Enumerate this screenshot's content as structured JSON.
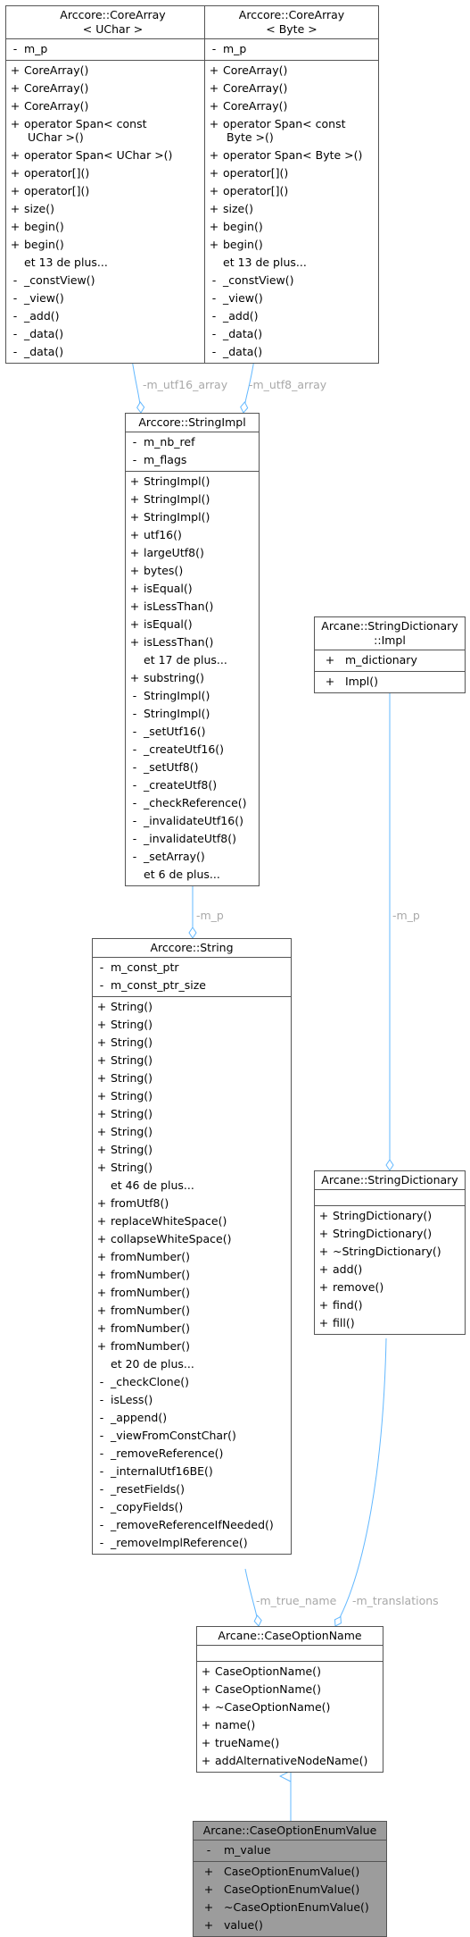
{
  "colors": {
    "edge": "#63b8ff",
    "box_border": "#555555",
    "highlight": "#9c9c9c",
    "edge_label": "#a9a9a9"
  },
  "classes": {
    "core_uchar": {
      "title": [
        "Arccore::CoreArray",
        "< UChar >"
      ],
      "attributes": [
        {
          "vis": "-",
          "name": "m_p"
        }
      ],
      "methods": [
        {
          "vis": "+",
          "name": "CoreArray()"
        },
        {
          "vis": "+",
          "name": "CoreArray()"
        },
        {
          "vis": "+",
          "name": "CoreArray()"
        },
        {
          "vis": "+",
          "name": "operator Span< const"
        },
        {
          "vis": "",
          "name": " UChar >()"
        },
        {
          "vis": "+",
          "name": "operator Span< UChar >()"
        },
        {
          "vis": "+",
          "name": "operator[]()"
        },
        {
          "vis": "+",
          "name": "operator[]()"
        },
        {
          "vis": "+",
          "name": "size()"
        },
        {
          "vis": "+",
          "name": "begin()"
        },
        {
          "vis": "+",
          "name": "begin()"
        },
        {
          "vis": "",
          "name": "et 13 de plus..."
        },
        {
          "vis": "-",
          "name": "_constView()"
        },
        {
          "vis": "-",
          "name": "_view()"
        },
        {
          "vis": "-",
          "name": "_add()"
        },
        {
          "vis": "-",
          "name": "_data()"
        },
        {
          "vis": "-",
          "name": "_data()"
        }
      ]
    },
    "core_byte": {
      "title": [
        "Arccore::CoreArray",
        "< Byte >"
      ],
      "attributes": [
        {
          "vis": "-",
          "name": "m_p"
        }
      ],
      "methods": [
        {
          "vis": "+",
          "name": "CoreArray()"
        },
        {
          "vis": "+",
          "name": "CoreArray()"
        },
        {
          "vis": "+",
          "name": "CoreArray()"
        },
        {
          "vis": "+",
          "name": "operator Span< const"
        },
        {
          "vis": "",
          "name": " Byte >()"
        },
        {
          "vis": "+",
          "name": "operator Span< Byte >()"
        },
        {
          "vis": "+",
          "name": "operator[]()"
        },
        {
          "vis": "+",
          "name": "operator[]()"
        },
        {
          "vis": "+",
          "name": "size()"
        },
        {
          "vis": "+",
          "name": "begin()"
        },
        {
          "vis": "+",
          "name": "begin()"
        },
        {
          "vis": "",
          "name": "et 13 de plus..."
        },
        {
          "vis": "-",
          "name": "_constView()"
        },
        {
          "vis": "-",
          "name": "_view()"
        },
        {
          "vis": "-",
          "name": "_add()"
        },
        {
          "vis": "-",
          "name": "_data()"
        },
        {
          "vis": "-",
          "name": "_data()"
        }
      ]
    },
    "string_impl": {
      "title": [
        "Arccore::StringImpl"
      ],
      "attributes": [
        {
          "vis": "-",
          "name": "m_nb_ref"
        },
        {
          "vis": "-",
          "name": "m_flags"
        }
      ],
      "methods": [
        {
          "vis": "+",
          "name": "StringImpl()"
        },
        {
          "vis": "+",
          "name": "StringImpl()"
        },
        {
          "vis": "+",
          "name": "StringImpl()"
        },
        {
          "vis": "+",
          "name": "utf16()"
        },
        {
          "vis": "+",
          "name": "largeUtf8()"
        },
        {
          "vis": "+",
          "name": "bytes()"
        },
        {
          "vis": "+",
          "name": "isEqual()"
        },
        {
          "vis": "+",
          "name": "isLessThan()"
        },
        {
          "vis": "+",
          "name": "isEqual()"
        },
        {
          "vis": "+",
          "name": "isLessThan()"
        },
        {
          "vis": "",
          "name": "et 17 de plus..."
        },
        {
          "vis": "+",
          "name": "substring()"
        },
        {
          "vis": "-",
          "name": "StringImpl()"
        },
        {
          "vis": "-",
          "name": "StringImpl()"
        },
        {
          "vis": "-",
          "name": "_setUtf16()"
        },
        {
          "vis": "-",
          "name": "_createUtf16()"
        },
        {
          "vis": "-",
          "name": "_setUtf8()"
        },
        {
          "vis": "-",
          "name": "_createUtf8()"
        },
        {
          "vis": "-",
          "name": "_checkReference()"
        },
        {
          "vis": "-",
          "name": "_invalidateUtf16()"
        },
        {
          "vis": "-",
          "name": "_invalidateUtf8()"
        },
        {
          "vis": "-",
          "name": "_setArray()"
        },
        {
          "vis": "",
          "name": "et 6 de plus..."
        }
      ]
    },
    "dict_impl": {
      "title": [
        "Arcane::StringDictionary",
        "::Impl"
      ],
      "attributes": [
        {
          "vis": "+",
          "name": "m_dictionary"
        }
      ],
      "methods": [
        {
          "vis": "+",
          "name": "Impl()"
        }
      ]
    },
    "string": {
      "title": [
        "Arccore::String"
      ],
      "attributes": [
        {
          "vis": "-",
          "name": "m_const_ptr"
        },
        {
          "vis": "-",
          "name": "m_const_ptr_size"
        }
      ],
      "methods": [
        {
          "vis": "+",
          "name": "String()"
        },
        {
          "vis": "+",
          "name": "String()"
        },
        {
          "vis": "+",
          "name": "String()"
        },
        {
          "vis": "+",
          "name": "String()"
        },
        {
          "vis": "+",
          "name": "String()"
        },
        {
          "vis": "+",
          "name": "String()"
        },
        {
          "vis": "+",
          "name": "String()"
        },
        {
          "vis": "+",
          "name": "String()"
        },
        {
          "vis": "+",
          "name": "String()"
        },
        {
          "vis": "+",
          "name": "String()"
        },
        {
          "vis": "",
          "name": "et 46 de plus..."
        },
        {
          "vis": "+",
          "name": "fromUtf8()"
        },
        {
          "vis": "+",
          "name": "replaceWhiteSpace()"
        },
        {
          "vis": "+",
          "name": "collapseWhiteSpace()"
        },
        {
          "vis": "+",
          "name": "fromNumber()"
        },
        {
          "vis": "+",
          "name": "fromNumber()"
        },
        {
          "vis": "+",
          "name": "fromNumber()"
        },
        {
          "vis": "+",
          "name": "fromNumber()"
        },
        {
          "vis": "+",
          "name": "fromNumber()"
        },
        {
          "vis": "+",
          "name": "fromNumber()"
        },
        {
          "vis": "",
          "name": "et 20 de plus..."
        },
        {
          "vis": "-",
          "name": "_checkClone()"
        },
        {
          "vis": "-",
          "name": "isLess()"
        },
        {
          "vis": "-",
          "name": "_append()"
        },
        {
          "vis": "-",
          "name": "_viewFromConstChar()"
        },
        {
          "vis": "-",
          "name": "_removeReference()"
        },
        {
          "vis": "-",
          "name": "_internalUtf16BE()"
        },
        {
          "vis": "-",
          "name": "_resetFields()"
        },
        {
          "vis": "-",
          "name": "_copyFields()"
        },
        {
          "vis": "-",
          "name": "_removeReferenceIfNeeded()"
        },
        {
          "vis": "-",
          "name": "_removeImplReference()"
        }
      ]
    },
    "dict": {
      "title": [
        "Arcane::StringDictionary"
      ],
      "attributes": [],
      "methods": [
        {
          "vis": "+",
          "name": "StringDictionary()"
        },
        {
          "vis": "+",
          "name": "StringDictionary()"
        },
        {
          "vis": "+",
          "name": "~StringDictionary()"
        },
        {
          "vis": "+",
          "name": "add()"
        },
        {
          "vis": "+",
          "name": "remove()"
        },
        {
          "vis": "+",
          "name": "find()"
        },
        {
          "vis": "+",
          "name": "fill()"
        }
      ]
    },
    "case_option_name": {
      "title": [
        "Arcane::CaseOptionName"
      ],
      "attributes": [],
      "methods": [
        {
          "vis": "+",
          "name": "CaseOptionName()"
        },
        {
          "vis": "+",
          "name": "CaseOptionName()"
        },
        {
          "vis": "+",
          "name": "~CaseOptionName()"
        },
        {
          "vis": "+",
          "name": "name()"
        },
        {
          "vis": "+",
          "name": "trueName()"
        },
        {
          "vis": "+",
          "name": "addAlternativeNodeName()"
        }
      ]
    },
    "case_option_enum_value": {
      "title": [
        "Arcane::CaseOptionEnumValue"
      ],
      "attributes": [
        {
          "vis": "-",
          "name": "m_value"
        }
      ],
      "methods": [
        {
          "vis": "+",
          "name": "CaseOptionEnumValue()"
        },
        {
          "vis": "+",
          "name": "CaseOptionEnumValue()"
        },
        {
          "vis": "+",
          "name": "~CaseOptionEnumValue()"
        },
        {
          "vis": "+",
          "name": "value()"
        }
      ]
    }
  },
  "edges": {
    "utf16": "-m_utf16_array",
    "utf8": "-m_utf8_array",
    "p_string": "-m_p",
    "p_dict": "-m_p",
    "true_name": "-m_true_name",
    "translations": "-m_translations"
  }
}
